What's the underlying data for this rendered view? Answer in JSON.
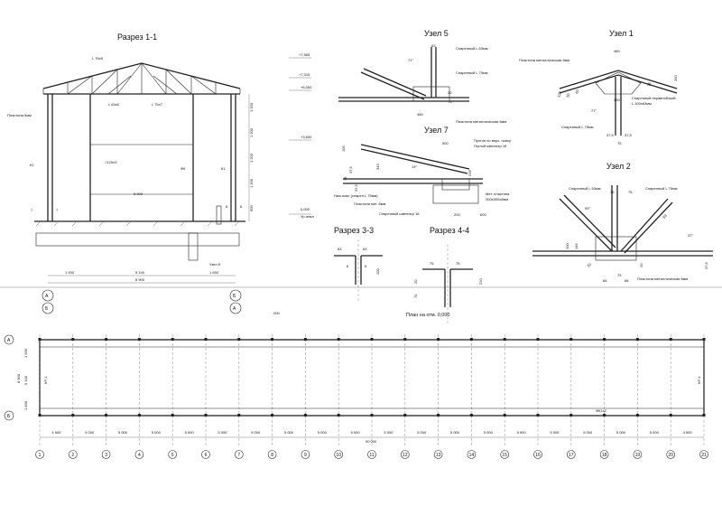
{
  "titles": {
    "section11": "Разрез 1-1",
    "node5": "Узел 5",
    "node1": "Узел 1",
    "node7": "Узел 7",
    "node2": "Узел 2",
    "section33": "Разрез 3-3",
    "section44": "Разрез 4-4",
    "plan": "План на отм. 0,000"
  },
  "section11": {
    "rafter_label": "L 75х5",
    "brace_label1": "L 63х6",
    "brace_label2": "L 75х7",
    "plate_label": "Пластина 5мм",
    "pipe_label": "□120х3",
    "fk_label": "ФК",
    "k1_left": "К1",
    "k1_right": "К1",
    "span_inner": "5 900",
    "node8": "Узел 8",
    "dim_left": "1 930",
    "dim_mid": "5 140",
    "dim_right": "1 830",
    "dim_total": "8 900",
    "dim_7a": "7",
    "dim_7b": "7",
    "dim_6a": "6",
    "dim_6b": "6",
    "axis_a_top": "А",
    "axis_b_bottom": "Б",
    "axis_b_top": "Б",
    "axis_a_bottom": "А",
    "vdims": [
      "1 200",
      "1 200",
      "1 200",
      "1 200",
      "900"
    ],
    "elev_1": "+7,565",
    "elev_2": "+7,315",
    "elev_3": "+6,000",
    "elev_4": "+3,600",
    "elev_5": "0,000",
    "elev_5b": "Ур.земл",
    "dot000": ".000"
  },
  "node5": {
    "angle": "71°",
    "dim63": "63",
    "dim480": "480",
    "dim20": "20",
    "dim75": "75",
    "l1": "Спаренный L 63мм",
    "l2": "Спаренный L 75мм",
    "l3": "Пластина металлическая 6мм"
  },
  "node1": {
    "dim480": "480",
    "dim250": "250",
    "dim400": "400",
    "dim37a": "37,5",
    "dim37b": "37,5",
    "dim75": "75",
    "dim120": "120",
    "dim50": "50",
    "dim60": "60",
    "dim75b": "75",
    "angle": "77°",
    "l1": "Пластина металлическая 6мм",
    "l2": "Спаренный неравнобокий",
    "l2b": "L 100х63мм",
    "l3": "Спаренный L 75мм"
  },
  "node7": {
    "dim500": "500",
    "dim100": "100",
    "dim375": "37,5",
    "dim343": "343",
    "dim75": "75",
    "dim37": "37,5",
    "dim228": "228",
    "dim200": "200",
    "dim600": "600",
    "angle": "13°",
    "l1": "Прогон по верх. поясу",
    "l1b": "Гнутый швеллер 18",
    "l2": "Ниж.пояс (спарен.L 75мм)",
    "l3": "Пластина мет. 8мм",
    "l4": "Мет. пластина",
    "l4b": "300х300х8мм",
    "l5": "Спаренный швеллер 18"
  },
  "node2": {
    "l1": "Спаренный L 63мм",
    "l2": "Спаренный L 75мм",
    "l3": "Пластина металлическая 6мм",
    "angle1": "53°",
    "angle2": "37°",
    "dim75a": "75",
    "dim75b": "75",
    "dim63": "63",
    "dim100": "100",
    "dim145": "145",
    "dim20a": "20",
    "dim20b": "20",
    "dim66": "66",
    "dim68": "68",
    "dim75c": "75",
    "dim375": "37,5"
  },
  "section33": {
    "dim_a": "63",
    "dim_b": "63",
    "dim_h": "100",
    "dim_c": "6",
    "dim_d": "6"
  },
  "section44": {
    "dim_a": "75",
    "dim_b": "75",
    "dim_h": "220",
    "dim_c": "75",
    "dim_d": "20"
  },
  "plan": {
    "axes_numbers": [
      "1",
      "2",
      "3",
      "4",
      "5",
      "6",
      "7",
      "8",
      "9",
      "10",
      "11",
      "12",
      "13",
      "14",
      "15",
      "16",
      "17",
      "18",
      "19",
      "20",
      "21"
    ],
    "bay_dims": [
      "4 500",
      "5 000",
      "5 000",
      "5 000",
      "5 000",
      "5 000",
      "5 000",
      "5 000",
      "5 000",
      "5 000",
      "5 000",
      "5 000",
      "5 000",
      "5 000",
      "5 000",
      "5 000",
      "5 000",
      "5 000",
      "5 000",
      "4 500"
    ],
    "total": "90 000",
    "left_dims": [
      "8 900",
      "1 930",
      "5 140",
      "1 830"
    ],
    "axis_a": "А",
    "axis_b": "Б",
    "mark_left": "КР-1",
    "mark_right": "КР-1",
    "mark_inner": "ФК1х2"
  }
}
